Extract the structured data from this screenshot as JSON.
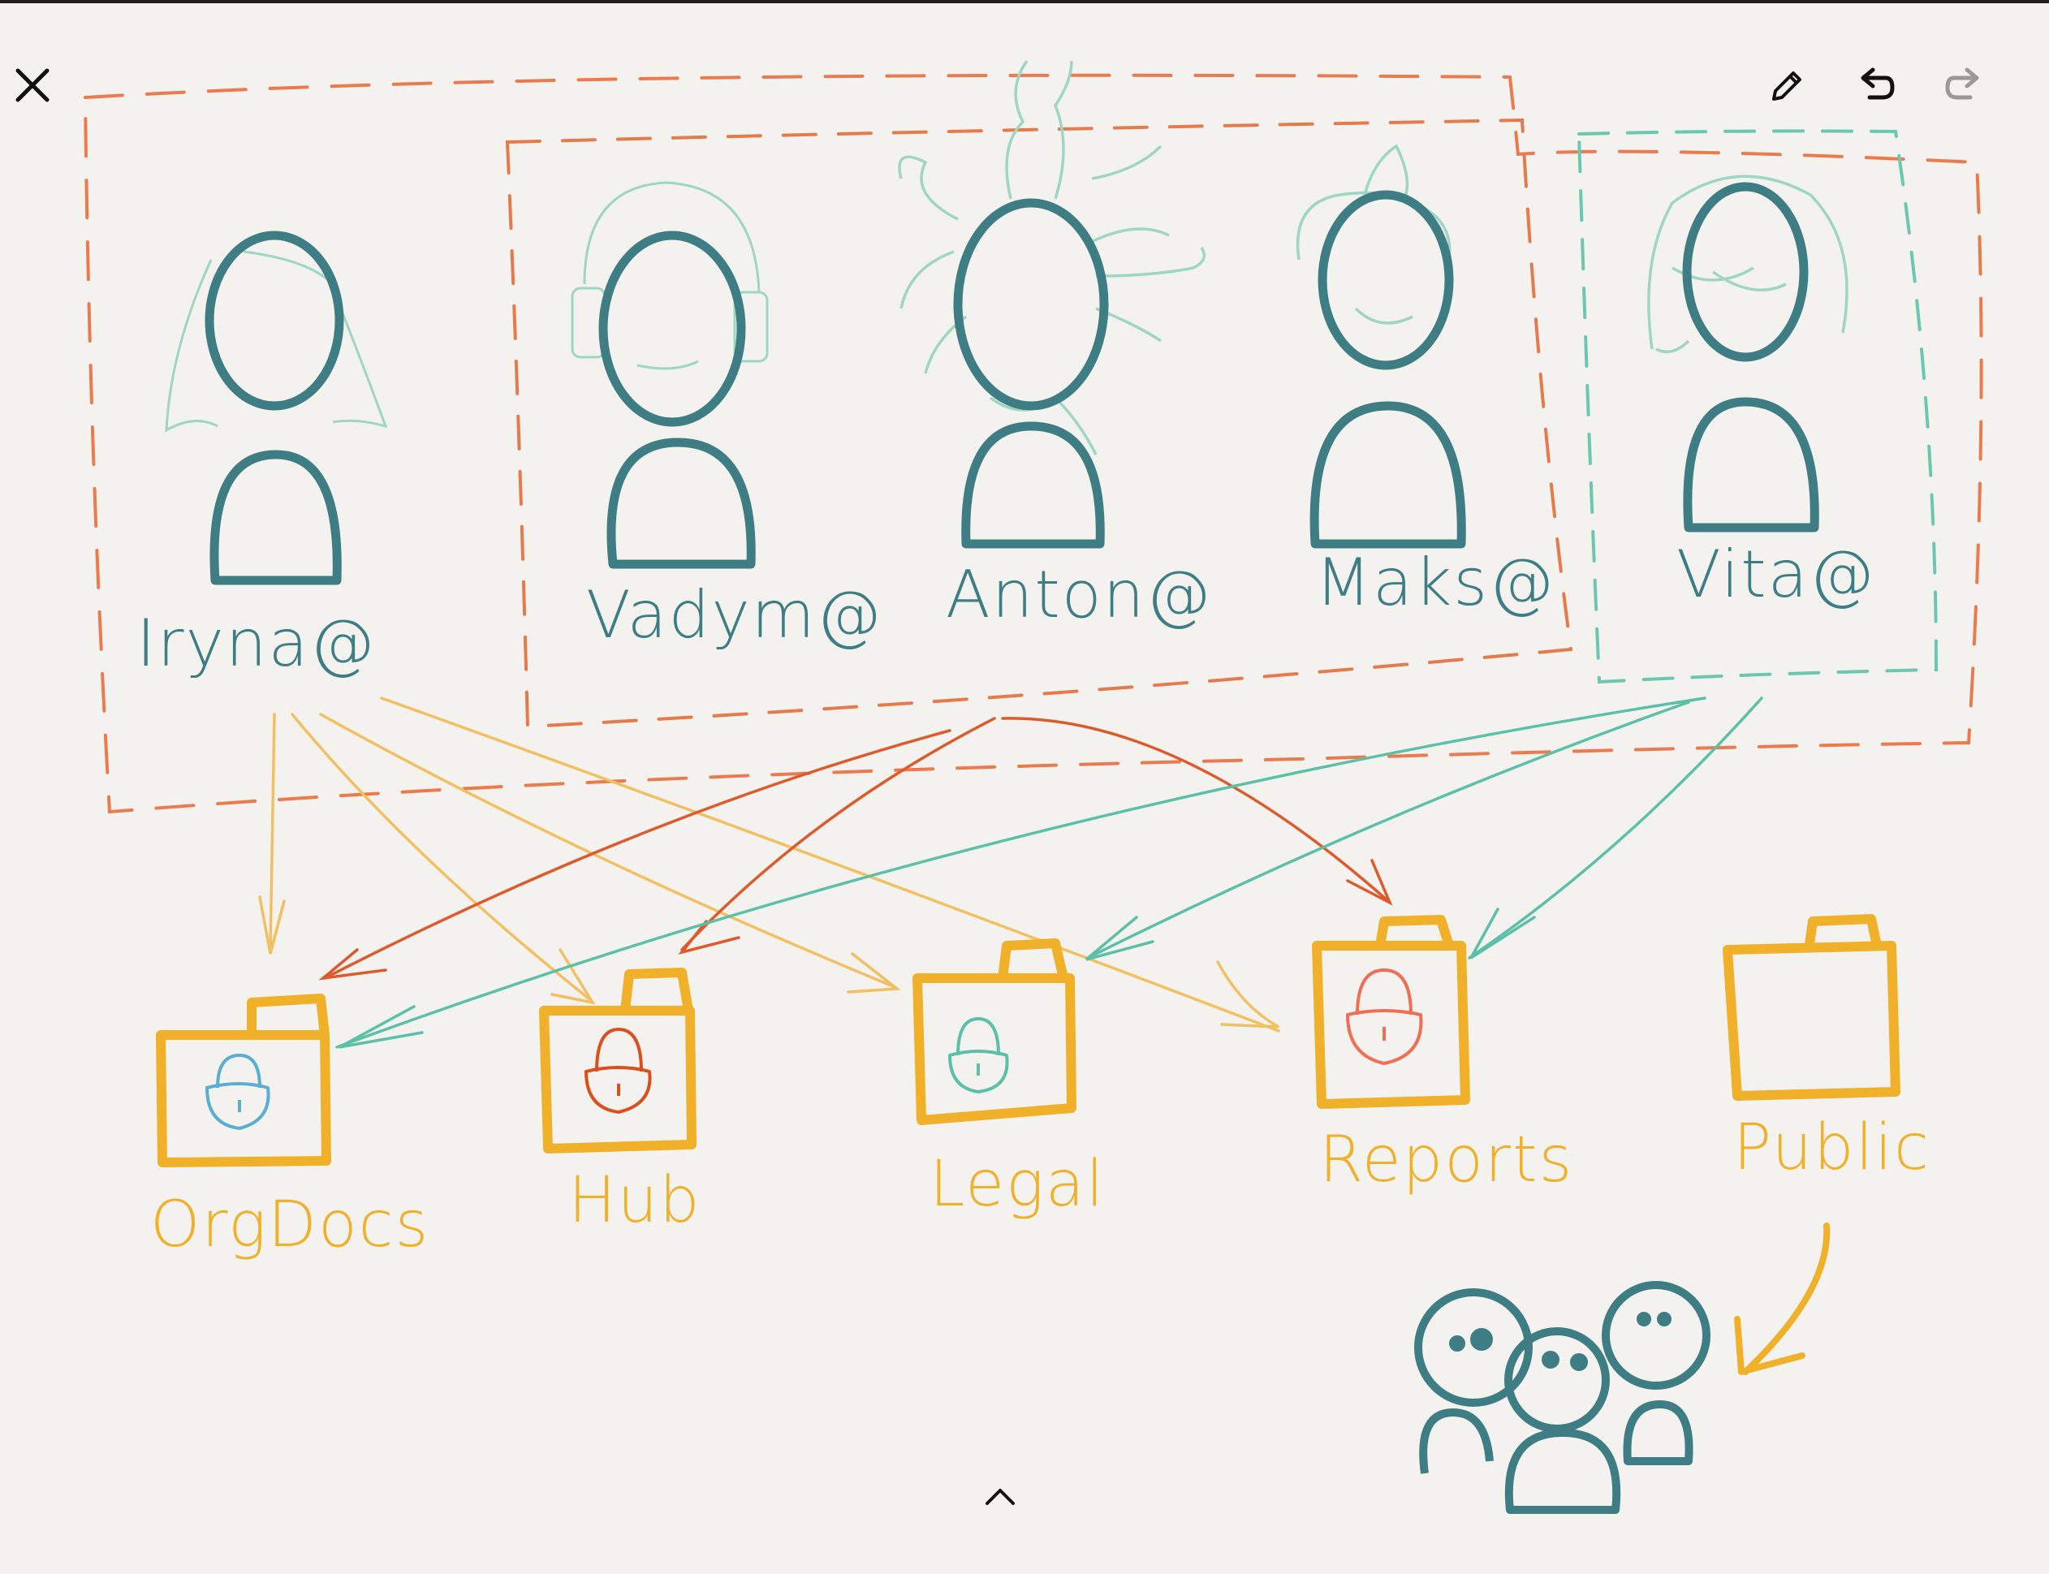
{
  "toolbar": {
    "close_icon": "close-icon",
    "pen_icon": "pencil-icon",
    "undo_icon": "undo-icon",
    "redo_icon": "redo-icon",
    "expand_icon": "chevron-up-icon"
  },
  "people": [
    {
      "label": "Iryna@"
    },
    {
      "label": "Vadym@"
    },
    {
      "label": "Anton@"
    },
    {
      "label": "Maks@"
    },
    {
      "label": "Vita@"
    }
  ],
  "folders": [
    {
      "label": "OrgDocs",
      "lock_color": "#5aaed0"
    },
    {
      "label": "Hub",
      "lock_color": "#d9501f"
    },
    {
      "label": "Legal",
      "lock_color": "#5cbfa9"
    },
    {
      "label": "Reports",
      "lock_color": "#ef6e55"
    },
    {
      "label": "Public",
      "lock_color": ""
    }
  ],
  "colors": {
    "background": "#f3f2ef",
    "figure": "#3f7d84",
    "hair": "#9fd6c3",
    "folder": "#f0b02a",
    "group_orange": "#ec7a4f",
    "group_teal": "#6cc7b0",
    "arrow_yellow": "#f2c061",
    "arrow_red": "#dd5a2c",
    "arrow_teal": "#5cc0a8"
  }
}
